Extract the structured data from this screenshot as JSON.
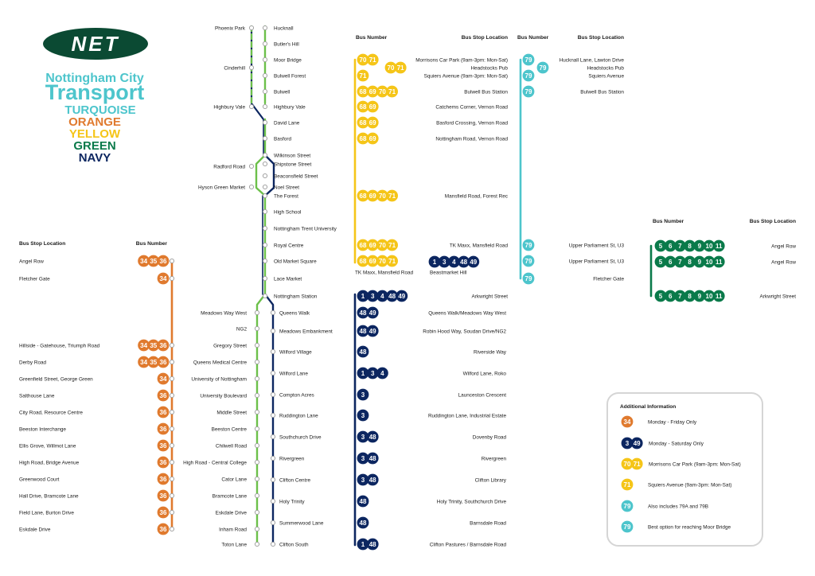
{
  "colors": {
    "turquoise": "#4dc5cc",
    "orange": "#e07a2e",
    "yellow": "#f5c518",
    "green": "#0a7a4a",
    "navy": "#0c2660",
    "lime": "#6cc04a",
    "grey": "#888888"
  },
  "logo": {
    "net": "NET",
    "line1": "Nottingham City",
    "line2": "Transport",
    "routes": [
      "TURQUOISE",
      "ORANGE",
      "YELLOW",
      "GREEN",
      "NAVY"
    ]
  },
  "headers": {
    "bus_number": "Bus Number",
    "bus_stop_location": "Bus Stop Location"
  },
  "tram_north": [
    {
      "name": "Hucknall",
      "west": "Phoenix Park",
      "loc": "",
      "buses": [],
      "tq_loc": "",
      "tq": []
    },
    {
      "name": "Butler's Hill",
      "west": "",
      "loc": "",
      "buses": [],
      "tq_loc": "",
      "tq": []
    },
    {
      "name": "Moor Bridge",
      "west": "",
      "loc": "Morrisons Car Park (9am-3pm: Mon-Sat)",
      "buses": [
        "70",
        "71"
      ],
      "tq_loc": "Hucknall Lane, Lawton Drive",
      "tq": [
        "79"
      ]
    },
    {
      "name": "",
      "west": "Cinderhill",
      "loc": "Headstocks Pub",
      "buses": [
        "70",
        "71"
      ],
      "tq_loc": "Headstocks Pub",
      "tq": [
        "79"
      ]
    },
    {
      "name": "Bulwell Forest",
      "west": "",
      "loc": "Squiers Avenue (9am-3pm: Mon-Sat)",
      "buses": [
        "71"
      ],
      "tq_loc": "Squiers Avenue",
      "tq": [
        "79"
      ]
    },
    {
      "name": "Bulwell",
      "west": "",
      "loc": "Bulwell Bus Station",
      "buses": [
        "68",
        "69",
        "70",
        "71"
      ],
      "tq_loc": "Bulwell Bus Station",
      "tq": [
        "79"
      ]
    },
    {
      "name": "Highbury Vale",
      "west": "Highbury Vale",
      "loc": "Catchems Corner, Vernon Road",
      "buses": [
        "68",
        "69"
      ],
      "tq_loc": "",
      "tq": []
    },
    {
      "name": "David Lane",
      "west": "",
      "loc": "Basford Crossing, Vernon Road",
      "buses": [
        "68",
        "69"
      ],
      "tq_loc": "",
      "tq": []
    },
    {
      "name": "Basford",
      "west": "",
      "loc": "Nottingham Road, Vernon Road",
      "buses": [
        "68",
        "69"
      ],
      "tq_loc": "",
      "tq": []
    },
    {
      "name": "Wilkinson Street",
      "west": "",
      "loc": "",
      "buses": [],
      "tq_loc": "",
      "tq": []
    },
    {
      "name": "Shipstone Street",
      "west": "",
      "loc": "",
      "buses": [],
      "tq_loc": "",
      "tq": []
    },
    {
      "name": "",
      "west": "Radford Road",
      "loc": "",
      "buses": [],
      "tq_loc": "",
      "tq": []
    },
    {
      "name": "Beaconsfield Street",
      "west": "",
      "loc": "",
      "buses": [],
      "tq_loc": "",
      "tq": []
    },
    {
      "name": "Noel Street",
      "west": "Hyson Green Market",
      "loc": "",
      "buses": [],
      "tq_loc": "",
      "tq": []
    },
    {
      "name": "The Forest",
      "west": "",
      "loc": "Mansfield Road, Forest Rec",
      "buses": [
        "68",
        "69",
        "70",
        "71"
      ],
      "tq_loc": "",
      "tq": []
    },
    {
      "name": "High School",
      "west": "",
      "loc": "",
      "buses": [],
      "tq_loc": "",
      "tq": []
    },
    {
      "name": "Nottingham Trent University",
      "west": "",
      "loc": "",
      "buses": [],
      "tq_loc": "",
      "tq": []
    },
    {
      "name": "Royal Centre",
      "west": "",
      "loc": "TK Maxx, Mansfield Road",
      "buses": [
        "68",
        "69",
        "70",
        "71"
      ],
      "tq_loc": "Upper Parliament St, U3",
      "tq": [
        "79"
      ]
    },
    {
      "name": "Old Market Square",
      "west": "",
      "loc": "",
      "buses": [
        "68",
        "69",
        "70",
        "71"
      ],
      "tq_loc": "Upper Parliament St, U3",
      "tq": [
        "79"
      ]
    },
    {
      "name": "Lace Market",
      "west": "",
      "loc": "",
      "buses": [],
      "tq_loc": "Fletcher Gate",
      "tq": [
        "79"
      ]
    },
    {
      "name": "Nottingham Station",
      "west": "",
      "loc": "Arkwright Street",
      "buses": [
        "1",
        "3",
        "4",
        "48",
        "49"
      ],
      "tq_loc": "",
      "tq": []
    }
  ],
  "oms_extra": {
    "loc1": "TK Maxx, Mansfield Road",
    "navy": [
      "1",
      "3",
      "4",
      "48",
      "49"
    ],
    "loc2": "Beastmarket Hill"
  },
  "tram_south": [
    {
      "name": "Queens Walk",
      "west": "Meadows Way West",
      "loc": "Queens Walk/Meadows Way West",
      "buses": [
        "48",
        "49"
      ]
    },
    {
      "name": "Meadows Embankment",
      "west": "NG2",
      "loc": "Robin Hood Way, Soudan Drive/NG2",
      "buses": [
        "48",
        "49"
      ]
    },
    {
      "name": "Wilford Village",
      "west": "Gregory Street",
      "loc": "Riverside Way",
      "buses": [
        "48"
      ]
    },
    {
      "name": "Wilford Lane",
      "west": "Queens Medical Centre",
      "loc": "Wilford Lane, Roko",
      "buses": [
        "1",
        "3",
        "4"
      ]
    },
    {
      "name": "Compton Acres",
      "west": "University of Nottingham",
      "loc": "Launceston Crescent",
      "buses": [
        "3"
      ]
    },
    {
      "name": "Ruddington Lane",
      "west": "University Boulevard",
      "loc": "Ruddington Lane, Industrial Estate",
      "buses": [
        "3"
      ]
    },
    {
      "name": "Southchurch Drive",
      "west": "Middle Street",
      "loc": "Dovenby Road",
      "buses": [
        "3",
        "48"
      ]
    },
    {
      "name": "Rivergreen",
      "west": "Beeston Centre",
      "loc": "Rivergreen",
      "buses": [
        "3",
        "48"
      ]
    },
    {
      "name": "Clifton Centre",
      "west": "Chilwell Road",
      "loc": "Clifton Library",
      "buses": [
        "3",
        "48"
      ]
    },
    {
      "name": "Holy Trinity",
      "west": "High Road - Central College",
      "loc": "Holy Trinity, Southchurch Drive",
      "buses": [
        "48"
      ]
    },
    {
      "name": "Summerwood Lane",
      "west": "Cator Lane",
      "loc": "Barnsdale Road",
      "buses": [
        "48"
      ]
    },
    {
      "name": "Clifton South",
      "west": "Bramcote Lane",
      "loc": "Clifton Pastures / Barnsdale Road",
      "buses": [
        "1",
        "48"
      ]
    }
  ],
  "west_extra": [
    "Eskdale Drive",
    "Inham Road",
    "Toton Lane"
  ],
  "orange_table": [
    {
      "loc": "Angel Row",
      "buses": [
        "34",
        "35",
        "36"
      ]
    },
    {
      "loc": "Fletcher Gate",
      "buses": [
        "34"
      ]
    },
    {
      "loc": "Hillside - Gatehouse, Triumph Road",
      "buses": [
        "34",
        "35",
        "36"
      ]
    },
    {
      "loc": "Derby Road",
      "buses": [
        "34",
        "35",
        "36"
      ]
    },
    {
      "loc": "Greenfield Street, George Green",
      "buses": [
        "34"
      ]
    },
    {
      "loc": "Salthouse Lane",
      "buses": [
        "36"
      ]
    },
    {
      "loc": "City Road, Resource Centre",
      "buses": [
        "36"
      ]
    },
    {
      "loc": "Beeston Interchange",
      "buses": [
        "36"
      ]
    },
    {
      "loc": "Ellis Grove, Willmot Lane",
      "buses": [
        "36"
      ]
    },
    {
      "loc": "High Road, Bridge Avenue",
      "buses": [
        "36"
      ]
    },
    {
      "loc": "Greenwood Court",
      "buses": [
        "36"
      ]
    },
    {
      "loc": "Hall Drive, Bramcote Lane",
      "buses": [
        "36"
      ]
    },
    {
      "loc": "Field Lane, Burton Drive",
      "buses": [
        "36"
      ]
    },
    {
      "loc": "Eskdale Drive",
      "buses": [
        "36"
      ]
    }
  ],
  "green_table": [
    {
      "loc": "Angel Row",
      "buses": [
        "5",
        "6",
        "7",
        "8",
        "9",
        "10",
        "11"
      ]
    },
    {
      "loc": "Angel Row",
      "buses": [
        "5",
        "6",
        "7",
        "8",
        "9",
        "10",
        "11"
      ]
    },
    {
      "loc": "Arkwright Street",
      "buses": [
        "5",
        "6",
        "7",
        "8",
        "9",
        "10",
        "11"
      ]
    }
  ],
  "legend": {
    "title": "Additional Information",
    "items": [
      {
        "buses": [
          "34"
        ],
        "color": "orange",
        "text": "Monday - Friday Only"
      },
      {
        "buses": [
          "3",
          "49"
        ],
        "color": "navy",
        "text": "Monday - Saturday Only"
      },
      {
        "buses": [
          "70",
          "71"
        ],
        "color": "yellow",
        "text": "Morrisons Car Park (9am-3pm: Mon-Sat)"
      },
      {
        "buses": [
          "71"
        ],
        "color": "yellow",
        "text": "Squiers Avenue (9am-3pm: Mon-Sat)"
      },
      {
        "buses": [
          "79"
        ],
        "color": "turquoise",
        "text": "Also includes 79A and 79B"
      },
      {
        "buses": [
          "79"
        ],
        "color": "turquoise",
        "text": "Best option for reaching Moor Bridge"
      }
    ]
  }
}
